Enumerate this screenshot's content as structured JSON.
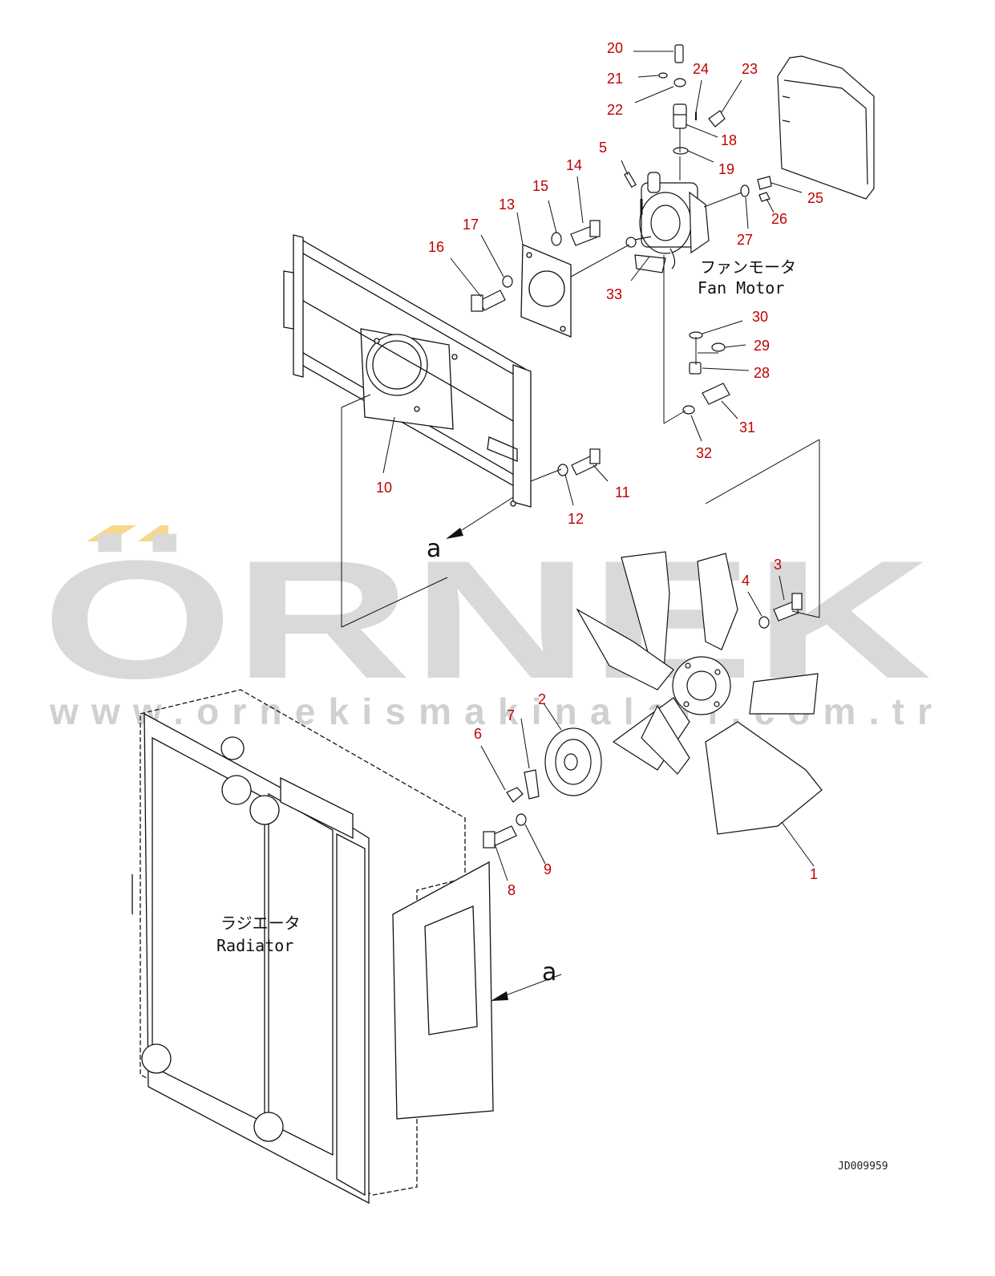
{
  "watermark": {
    "brand": "ÖRNEK",
    "url": "www.ornekismakinalari.com.tr",
    "accent_color": "#f5d889",
    "text_color": "#d9d9d9"
  },
  "callout_color": "#c00000",
  "labels": {
    "fan_motor_jp": "ファンモータ",
    "fan_motor_en": "Fan Motor",
    "radiator_jp": "ラジエータ",
    "radiator_en": "Radiator",
    "view_a_top": "a",
    "view_a_side": "a"
  },
  "doc_id": "JD009959",
  "callouts": [
    {
      "n": "1"
    },
    {
      "n": "2"
    },
    {
      "n": "3"
    },
    {
      "n": "4"
    },
    {
      "n": "5"
    },
    {
      "n": "6"
    },
    {
      "n": "7"
    },
    {
      "n": "8"
    },
    {
      "n": "9"
    },
    {
      "n": "10"
    },
    {
      "n": "11"
    },
    {
      "n": "12"
    },
    {
      "n": "13"
    },
    {
      "n": "14"
    },
    {
      "n": "15"
    },
    {
      "n": "16"
    },
    {
      "n": "17"
    },
    {
      "n": "18"
    },
    {
      "n": "19"
    },
    {
      "n": "20"
    },
    {
      "n": "21"
    },
    {
      "n": "22"
    },
    {
      "n": "23"
    },
    {
      "n": "24"
    },
    {
      "n": "25"
    },
    {
      "n": "26"
    },
    {
      "n": "27"
    },
    {
      "n": "28"
    },
    {
      "n": "29"
    },
    {
      "n": "30"
    },
    {
      "n": "31"
    },
    {
      "n": "32"
    },
    {
      "n": "33"
    }
  ]
}
